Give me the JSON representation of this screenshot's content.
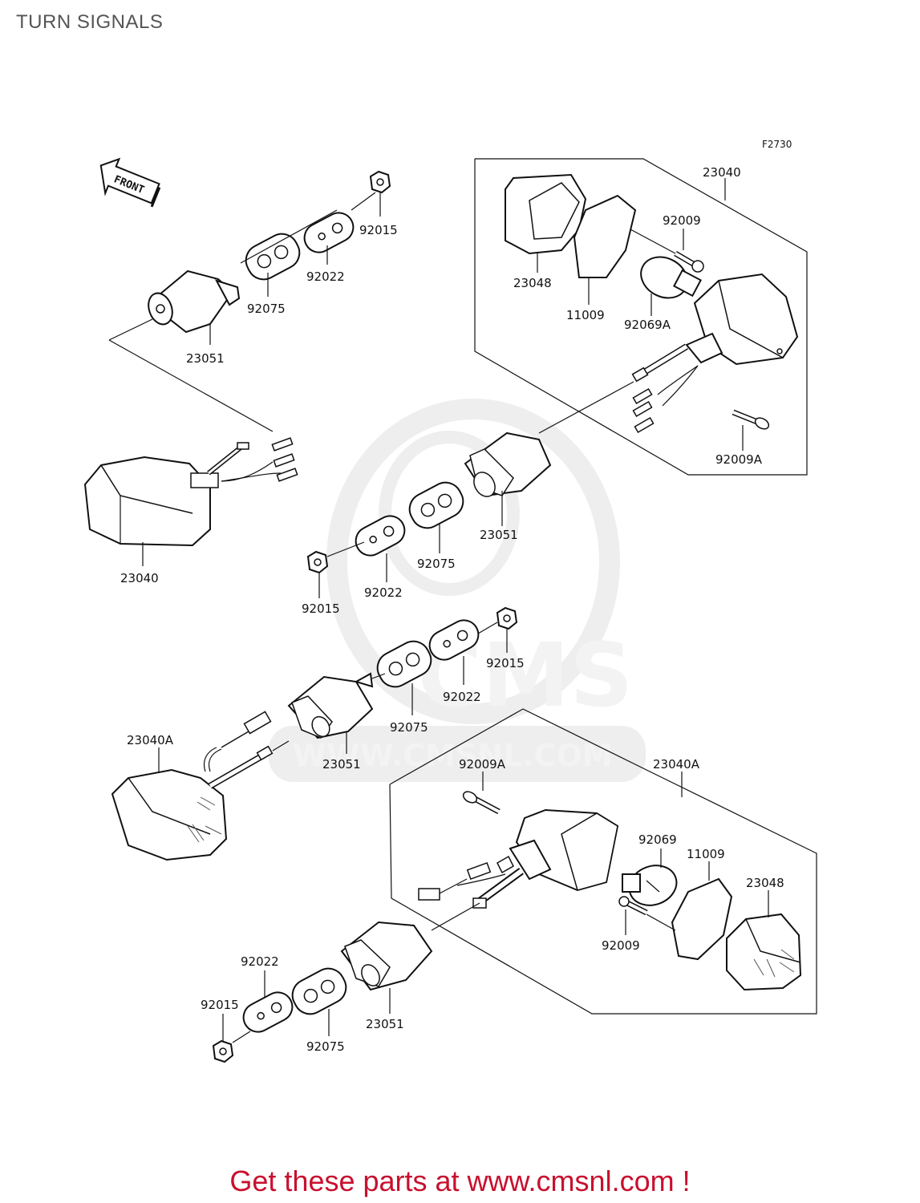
{
  "page": {
    "title": "TURN SIGNALS",
    "footer_cta": "Get these parts at www.cmsnl.com !"
  },
  "diagram": {
    "figure_code": "F2730",
    "direction_marker": "FRONT",
    "watermark": "CMS",
    "watermark_url": "WWW.CMSNL.COM",
    "callouts": {
      "front_left_signal": "23040",
      "front_left_housing": "23051",
      "front_left_damper": "92075",
      "front_left_plate": "92022",
      "front_left_nut": "92015",
      "front_right_signal": "23040",
      "front_right_lens": "23048",
      "front_right_gasket": "11009",
      "front_right_lens_screw": "92009",
      "front_right_bulb": "92069A",
      "front_right_mount_screw": "92009A",
      "front_right_housing": "23051",
      "front_right_damper": "92075",
      "front_right_plate": "92022",
      "front_right_nut": "92015",
      "rear_left_signal": "23040A",
      "rear_left_housing": "23051",
      "rear_left_damper": "92075",
      "rear_left_plate": "92022",
      "rear_left_nut": "92015",
      "rear_right_signal": "23040A",
      "rear_right_mount_screw": "92009A",
      "rear_right_bulb": "92069",
      "rear_right_gasket": "11009",
      "rear_right_lens": "23048",
      "rear_right_lens_screw": "92009",
      "rear_right_housing": "23051",
      "rear_right_plate": "92022",
      "rear_right_nut": "92015",
      "rear_right_damper": "92075"
    }
  }
}
